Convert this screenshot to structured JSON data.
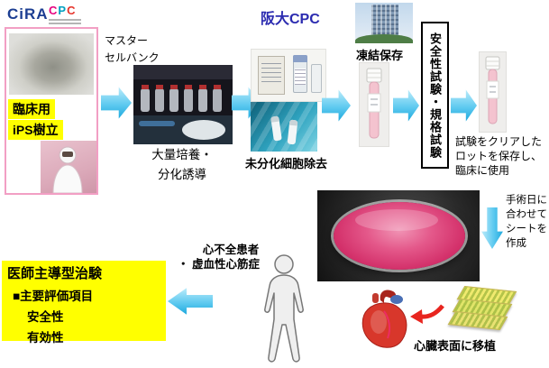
{
  "logos": {
    "cira": "CiRA",
    "cpc": [
      "C",
      "P",
      "C"
    ],
    "osaka_cpc": "阪大CPC"
  },
  "process": {
    "clinical_label_1": "臨床用",
    "clinical_label_2": "iPS樹立",
    "master_bank_1": "マスター",
    "master_bank_2": "セルバンク",
    "culture_1": "大量培養・",
    "culture_2": "分化誘導",
    "undifferentiated_removal": "未分化細胞除去",
    "cryopreservation": "凍結保存",
    "safety_tests": "安全性試験・規格試験",
    "lot_note": "試験をクリアしたロットを保存し、臨床に使用",
    "sheet_note": "手術日に合わせてシートを作成"
  },
  "clinical": {
    "patient_1": "心不全患者",
    "patient_2": "・ 虚血性心筋症",
    "transplant": "心臓表面に移植",
    "trial_title": "医師主導型治験",
    "trial_header": "■主要評価項目",
    "trial_item_1": "安全性",
    "trial_item_2": "有効性"
  },
  "colors": {
    "accent_blue_arrow": "#18a6dc",
    "highlight_yellow": "#ffff00",
    "pink_border": "#f29fc4",
    "dish_pink": "#d3306a",
    "red_arrow": "#e8251f"
  }
}
